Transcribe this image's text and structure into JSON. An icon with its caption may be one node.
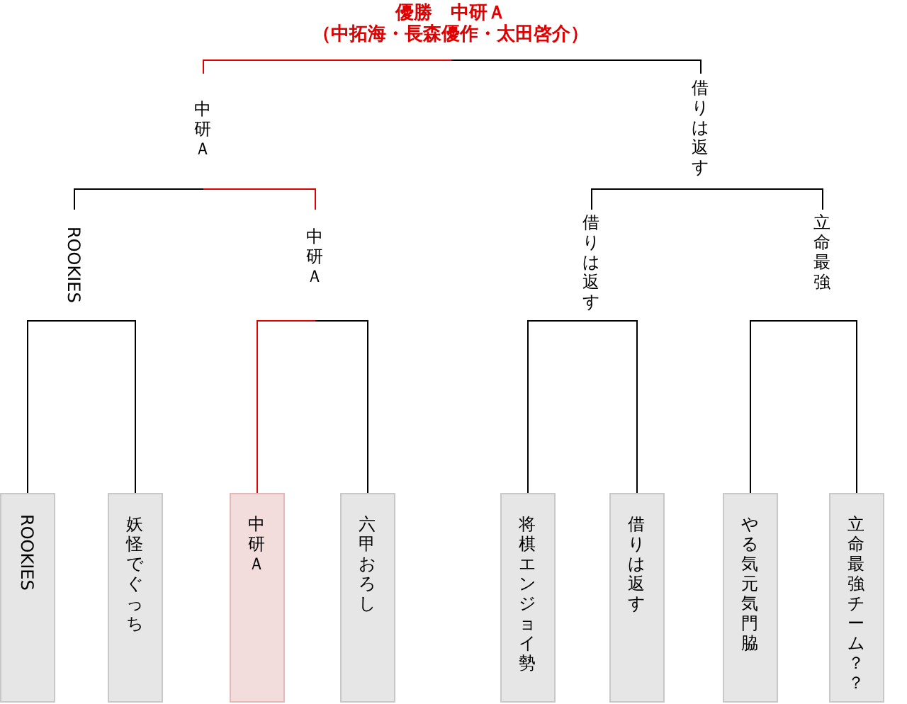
{
  "diagram": {
    "nodes": [
      {
        "text": [
          "優勝　中研Ａ",
          "（中拓海・長森優作・太田啓介）"
        ]
      },
      {
        "text": [
          "中研Ａ"
        ]
      },
      {
        "text": [
          "借りは返す"
        ]
      },
      {
        "text": [
          "ROOKIES"
        ]
      },
      {
        "text": [
          "中研Ａ"
        ]
      },
      {
        "text": [
          "借りは返す"
        ]
      },
      {
        "text": [
          "立命最強"
        ]
      },
      {
        "text": [
          "ROOKIES"
        ]
      },
      {
        "text": [
          "妖怪でぐっち"
        ]
      },
      {
        "text": [
          "中研Ａ"
        ]
      },
      {
        "text": [
          "六甲おろし"
        ]
      },
      {
        "text": [
          "将棋エンジョイ勢"
        ]
      },
      {
        "text": [
          "借りは返す"
        ]
      },
      {
        "text": [
          "やる気元気門脇"
        ]
      },
      {
        "text": [
          "立命最強チーム？？"
        ]
      }
    ],
    "edges": [
      {
        "from": 7,
        "to": 3,
        "arrow": "none"
      },
      {
        "from": 8,
        "to": 3,
        "arrow": "none"
      },
      {
        "from": 10,
        "to": 4,
        "arrow": "none"
      },
      {
        "from": 9,
        "to": 4,
        "arrow": "none",
        "color": "#e00000"
      },
      {
        "from": 11,
        "to": 5,
        "arrow": "none"
      },
      {
        "from": 12,
        "to": 5,
        "arrow": "none"
      },
      {
        "from": 13,
        "to": 6,
        "arrow": "none"
      },
      {
        "from": 14,
        "to": 6,
        "arrow": "none"
      },
      {
        "from": 3,
        "to": 1,
        "arrow": "none"
      },
      {
        "from": 4,
        "to": 1,
        "arrow": "none",
        "color": "#e00000"
      },
      {
        "from": 5,
        "to": 2,
        "arrow": "none"
      },
      {
        "from": 6,
        "to": 2,
        "arrow": "none"
      },
      {
        "from": 2,
        "to": 0,
        "arrow": "none"
      },
      {
        "from": 1,
        "to": 0,
        "arrow": "none",
        "color": "#e00000"
      }
    ]
  }
}
